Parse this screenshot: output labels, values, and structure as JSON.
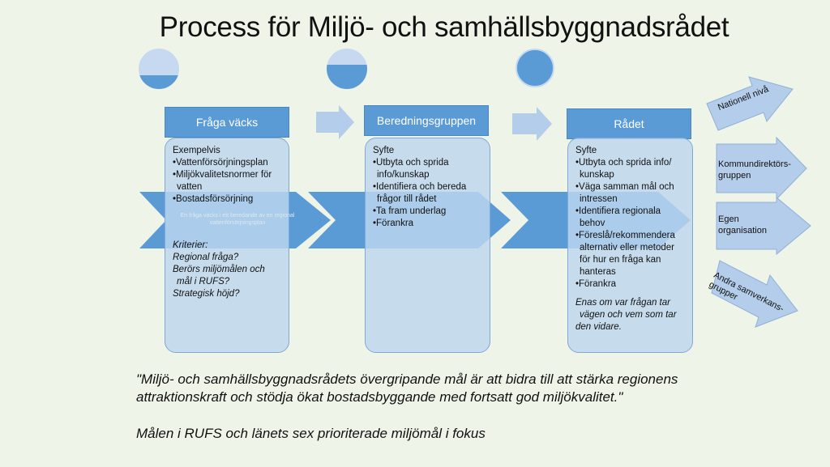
{
  "title": "Process för Miljö- och samhällsbyggnadsrådet",
  "colors": {
    "accent": "#5b9bd5",
    "light": "#c6d9f1",
    "card": "#bdd7ee",
    "background": "#eef4e8"
  },
  "progress_indicators": [
    {
      "fill_fraction": 0.35
    },
    {
      "fill_fraction": 0.6
    },
    {
      "fill_fraction": 1.0
    }
  ],
  "steps": [
    {
      "header": "Fråga väcks",
      "intro": "Exempelvis",
      "items": [
        "•Vattenförsörjningsplan",
        "•Miljökvalitetsnormer för",
        "vatten",
        "•Bostadsförsörjning"
      ],
      "faint_note": [
        "En fråga väcks i ett beredande av en regional",
        "vattenförsörjningsplan"
      ],
      "criteria_label": "Kriterier:",
      "criteria": [
        "Regional fråga?",
        "Berörs miljömålen och",
        "mål i RUFS?",
        "Strategisk höjd?"
      ]
    },
    {
      "header": "Beredningsgruppen",
      "intro": "Syfte",
      "items": [
        "•Utbyta och sprida",
        "info/kunskap",
        "•Identifiera och bereda",
        "frågor till rådet",
        "•Ta fram underlag",
        "•Förankra"
      ]
    },
    {
      "header": "Rådet",
      "intro": "Syfte",
      "items": [
        "•Utbyta och sprida info/",
        "kunskap",
        "•Väga samman mål och",
        "intressen",
        "•Identifiera regionala",
        "behov",
        "•Föreslå/rekommendera",
        "alternativ eller metoder",
        "för hur en fråga kan",
        "hanteras",
        "•Förankra"
      ],
      "closing": [
        "Enas om var frågan tar",
        "vägen och vem som tar",
        "den vidare."
      ]
    }
  ],
  "outputs": [
    {
      "label": "Nationell nivå"
    },
    {
      "label": [
        "Kommundirektörs-",
        "gruppen"
      ]
    },
    {
      "label": [
        "Egen",
        "organisation"
      ]
    },
    {
      "label": [
        "Andra samverkans-",
        "grupper"
      ]
    }
  ],
  "quote": [
    "\"Miljö- och samhällsbyggnadsrådets övergripande mål är att bidra till att stärka regionens",
    "attraktionskraft och stödja ökat bostadsbyggande med fortsatt god miljökvalitet.\""
  ],
  "focus": "Målen i RUFS och länets sex prioriterade miljömål i fokus"
}
